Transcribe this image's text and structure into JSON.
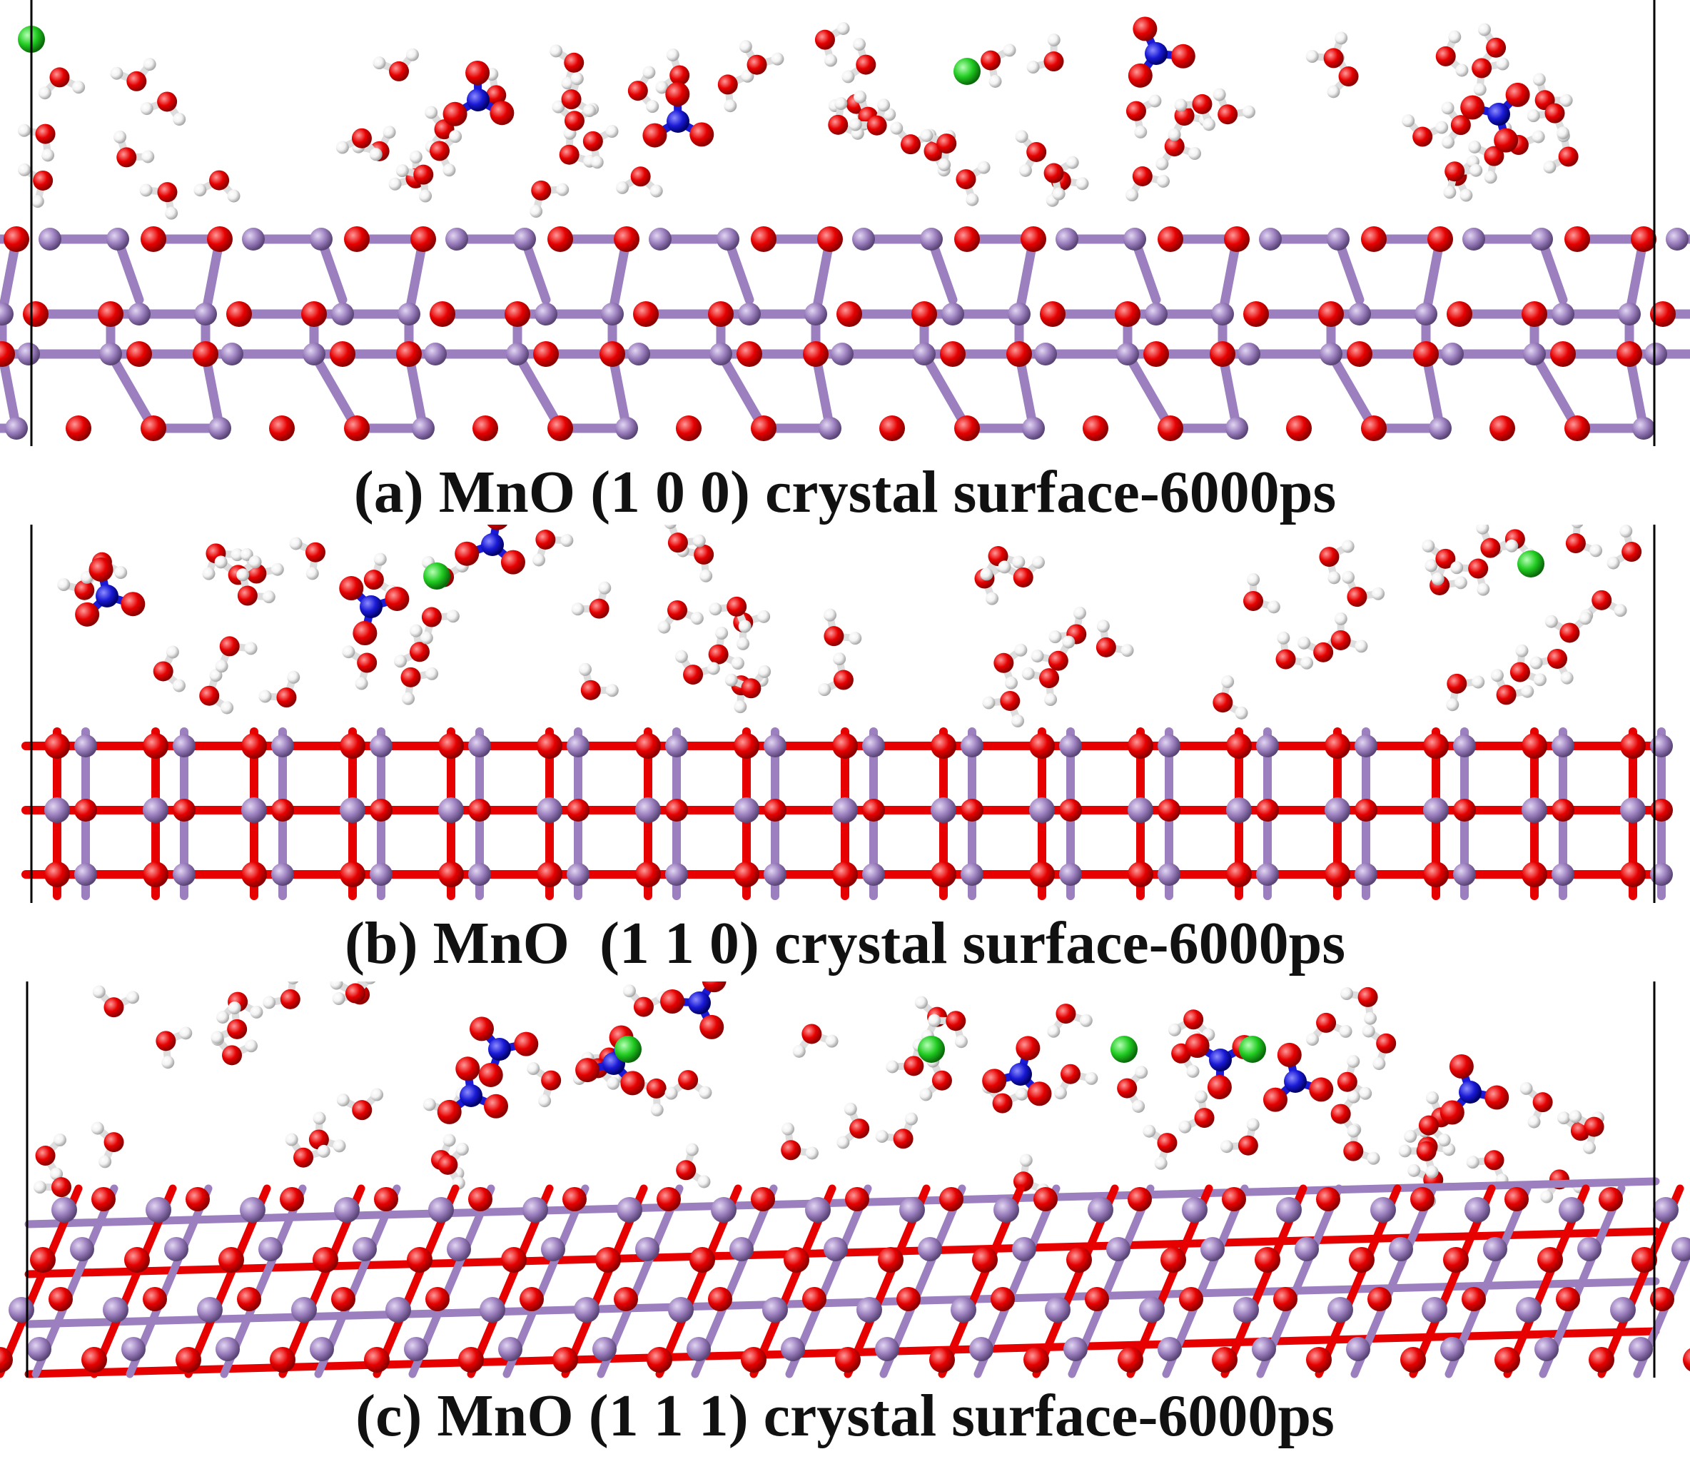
{
  "figure": {
    "panels": [
      {
        "id": "a",
        "caption": "(a) MnO (1 0 0) crystal surface-6000ps",
        "surface_orientation": "(1 0 0)",
        "time": "6000ps"
      },
      {
        "id": "b",
        "caption": "(b) MnO  (1 1 0) crystal surface-6000ps",
        "surface_orientation": "(1 1 0)",
        "time": "6000ps"
      },
      {
        "id": "c",
        "caption": "(c) MnO (1 1 1) crystal surface-6000ps",
        "surface_orientation": "(1 1 1)",
        "time": "6000ps"
      }
    ],
    "colors": {
      "manganese": "#9b7fbe",
      "oxygen": "#e60000",
      "hydrogen": "#ffffff",
      "nitrogen": "#1a1ad6",
      "chlorine": "#22cc22",
      "bond_mn_o": "#9b7fbe"
    }
  }
}
